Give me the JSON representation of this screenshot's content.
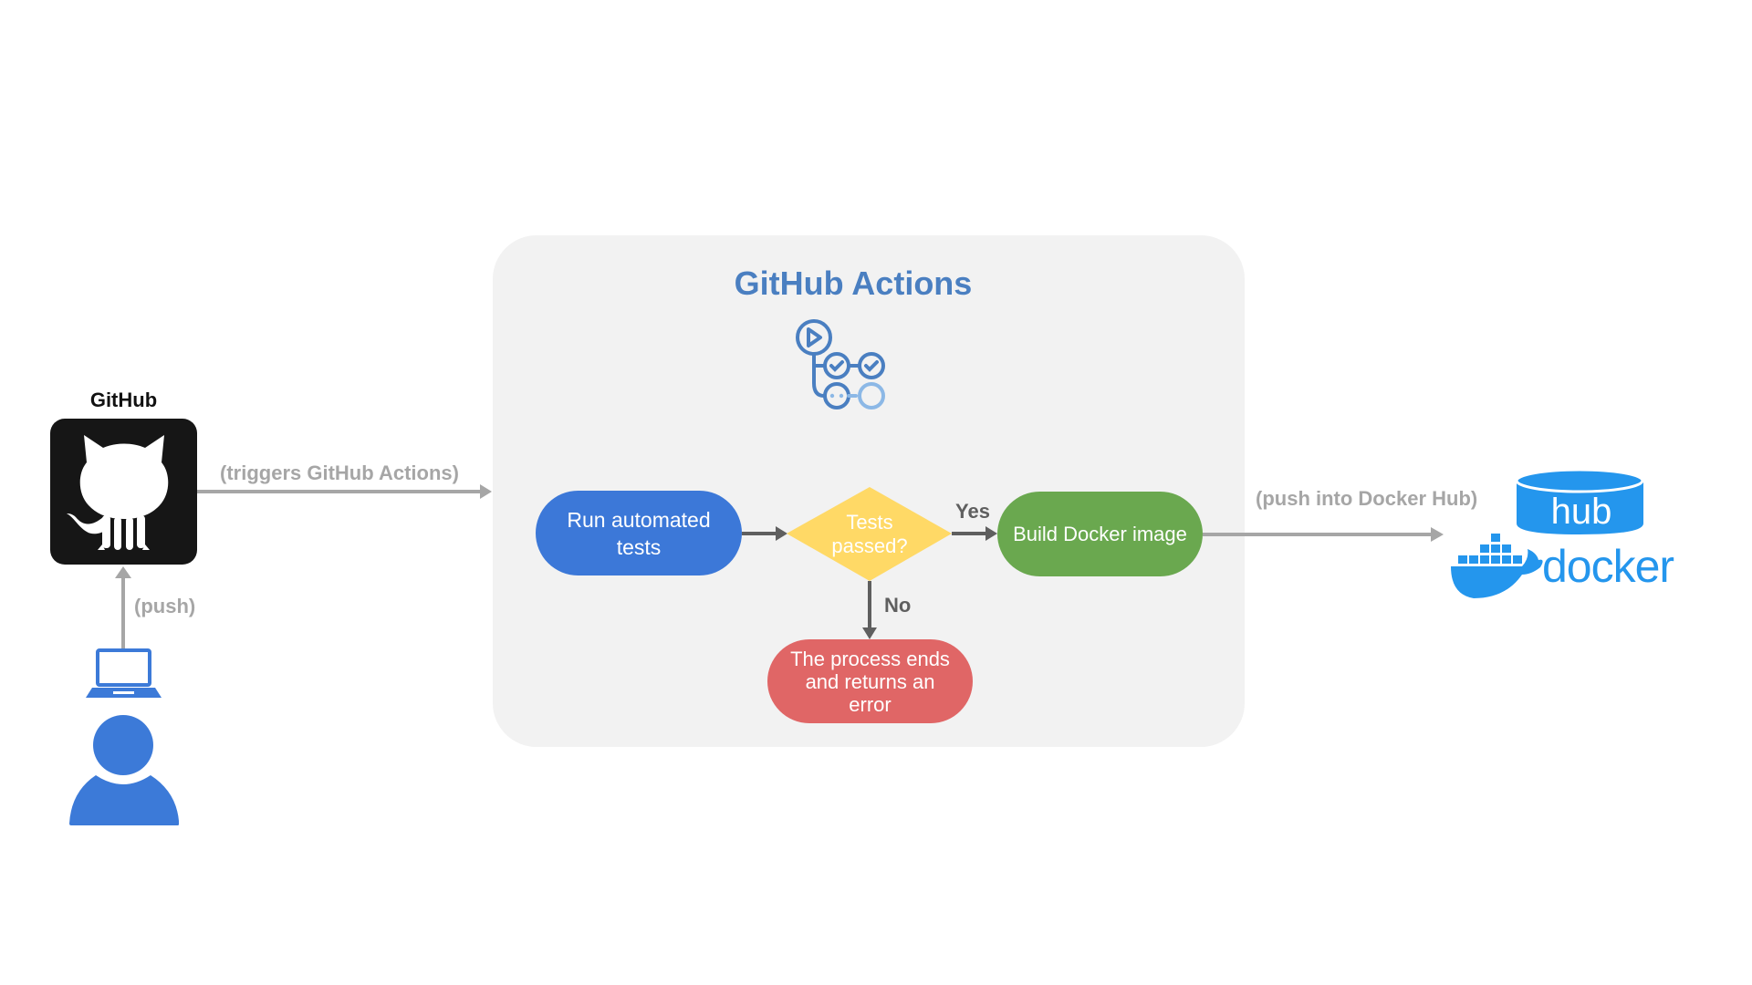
{
  "github": {
    "label": "GitHub",
    "icon": "github-octocat-icon",
    "box_color": "#161616"
  },
  "user": {
    "laptop_icon": "laptop-icon",
    "person_icon": "person-icon",
    "color": "#3c7ad8"
  },
  "edges": {
    "push_label": "(push)",
    "trigger_label": "(triggers GitHub Actions)",
    "docker_push_label": "(push into Docker Hub)",
    "yes_label": "Yes",
    "no_label": "No",
    "light_arrow_color": "#a6a6a6",
    "dark_arrow_color": "#5f5f5f"
  },
  "actions_panel": {
    "title": "GitHub Actions",
    "icon": "github-actions-workflow-icon",
    "title_color": "#4a7fc1",
    "background": "#f2f2f2"
  },
  "flow": {
    "run_tests": {
      "lines": [
        "Run automated",
        "tests"
      ],
      "color": "#3c78d8"
    },
    "decision": {
      "lines": [
        "Tests",
        "passed?"
      ],
      "color": "#ffd966"
    },
    "build_image": {
      "lines": [
        "Build Docker image"
      ],
      "color": "#6aa84f"
    },
    "error": {
      "lines": [
        "The process ends",
        "and returns an",
        "error"
      ],
      "color": "#e06666"
    }
  },
  "docker": {
    "hub_text": "hub",
    "logo_text": "docker",
    "icon": "docker-whale-icon",
    "color": "#2496ed"
  }
}
